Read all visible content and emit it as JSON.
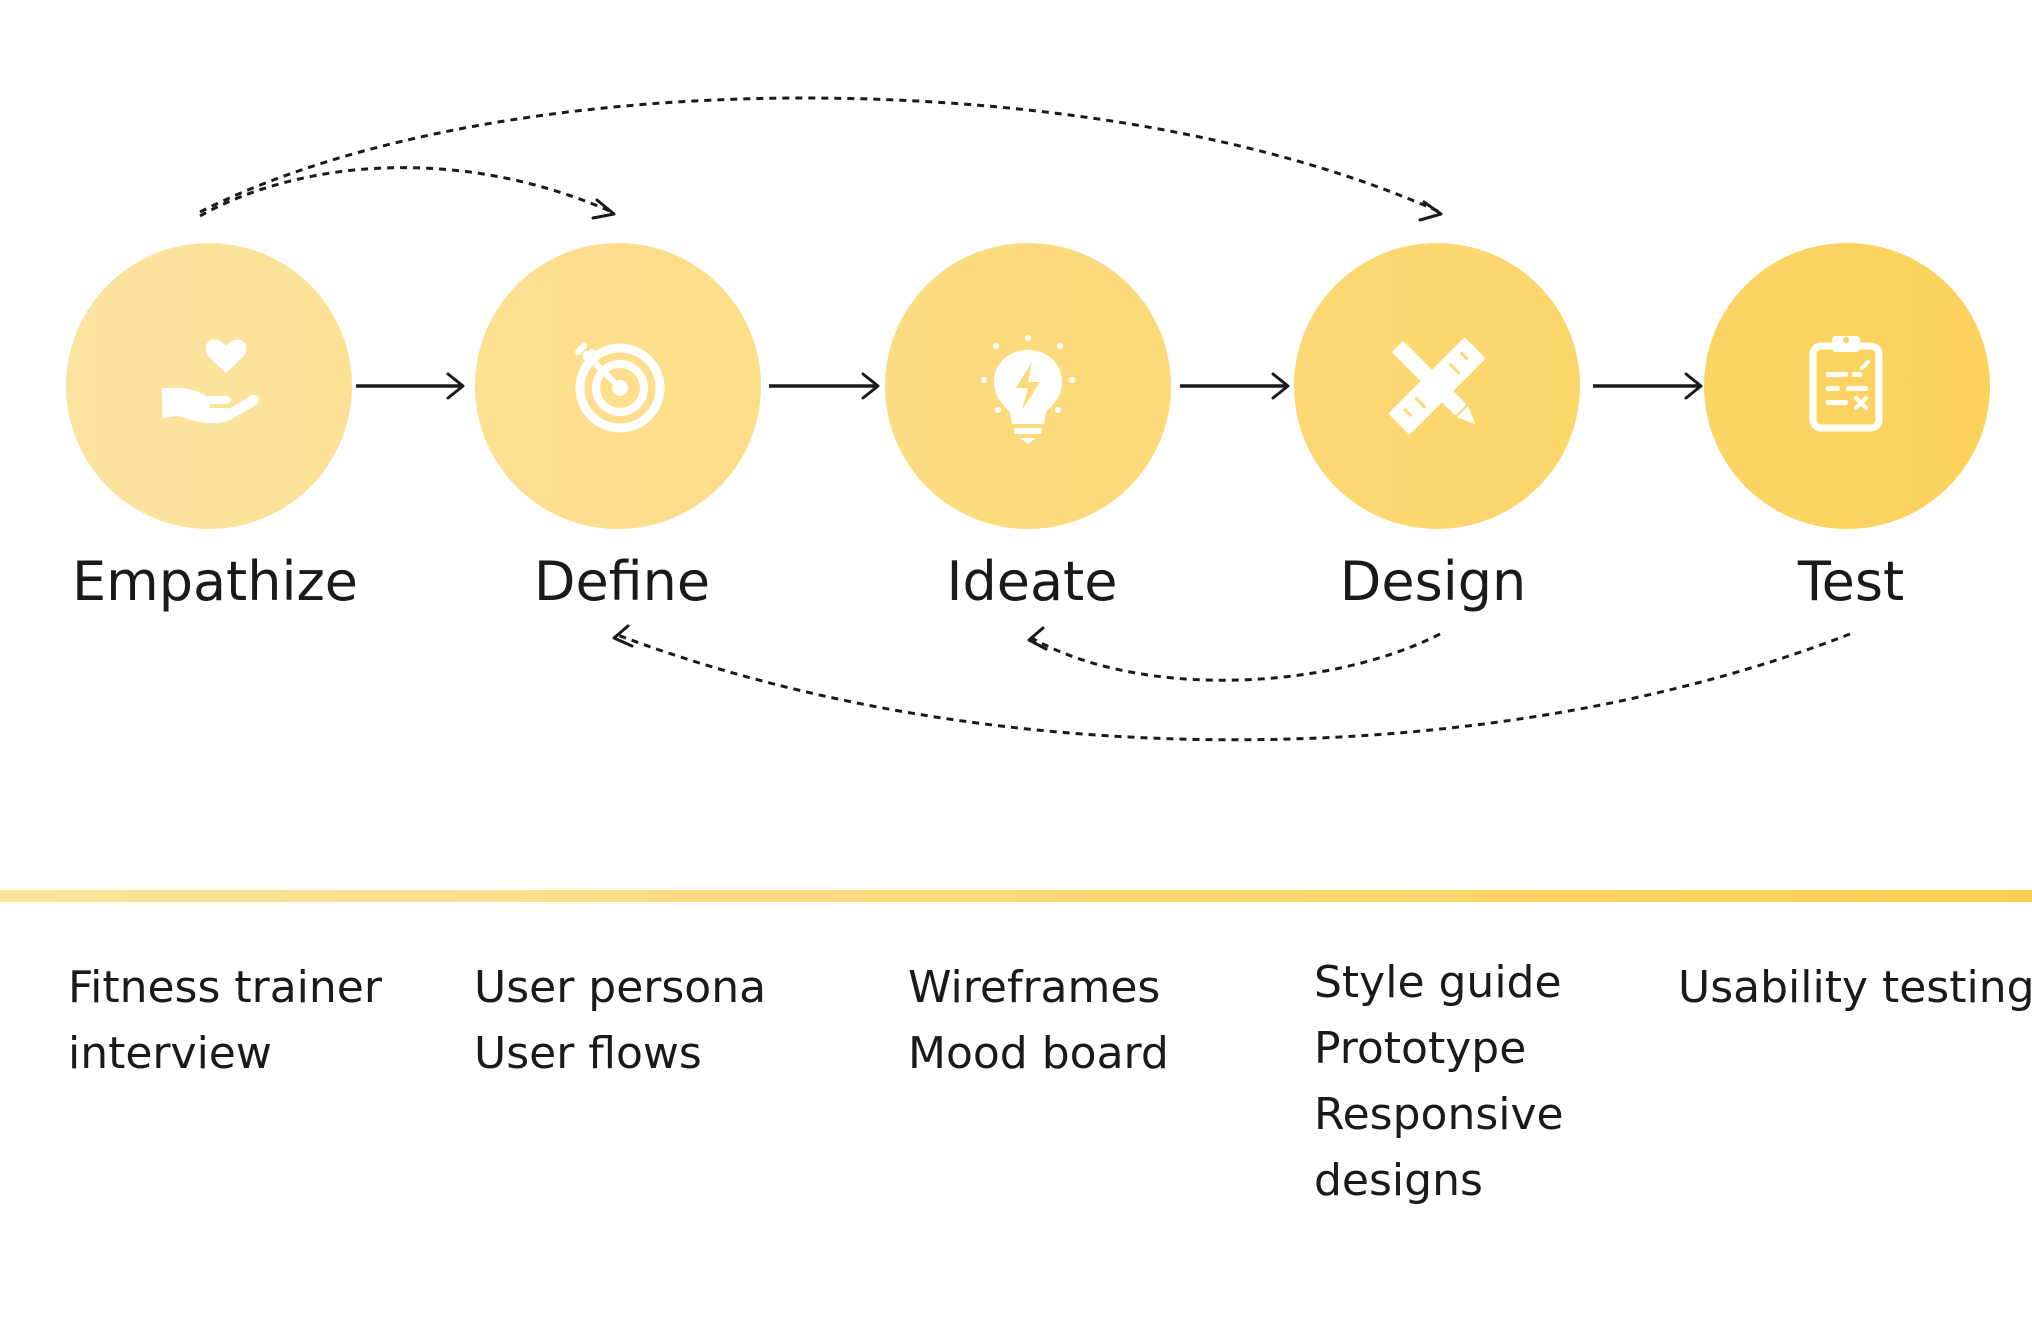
{
  "stages": [
    {
      "label": "Empathize",
      "icon": "hand-heart-icon"
    },
    {
      "label": "Define",
      "icon": "target-icon"
    },
    {
      "label": "Ideate",
      "icon": "lightbulb-icon"
    },
    {
      "label": "Design",
      "icon": "pencil-ruler-icon"
    },
    {
      "label": "Test",
      "icon": "clipboard-checklist-icon"
    }
  ],
  "deliverables": [
    [
      "Fitness trainer",
      "interview"
    ],
    [
      "User persona",
      "User flows"
    ],
    [
      "Wireframes",
      "Mood board"
    ],
    [
      "Style guide",
      "Prototype",
      "Responsive",
      "designs"
    ],
    [
      "Usability testing"
    ]
  ],
  "colors": {
    "circle_gradient_start": "#FCE3A0",
    "circle_gradient_end": "#FCD25C",
    "timeline_start": "#FCE49E",
    "timeline_end": "#FCCF52",
    "icon": "#FFFFFF",
    "text": "#1A1A1A"
  }
}
